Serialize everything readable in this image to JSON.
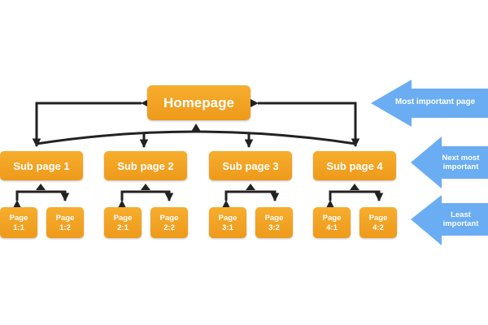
{
  "homepage": {
    "label": "Homepage"
  },
  "sub_pages": [
    {
      "label": "Sub page 1",
      "pages": [
        "Page\n1:1",
        "Page\n1:2"
      ]
    },
    {
      "label": "Sub page 2",
      "pages": [
        "Page\n2:1",
        "Page\n2:2"
      ]
    },
    {
      "label": "Sub page 3",
      "pages": [
        "Page\n3:1",
        "Page\n3:2"
      ]
    },
    {
      "label": "Sub page 4",
      "pages": [
        "Page\n4:1",
        "Page\n4:2"
      ]
    }
  ],
  "importance_arrows": [
    {
      "label": "Most important page"
    },
    {
      "label": "Next most\nimportant"
    },
    {
      "label": "Least\nimportant"
    }
  ],
  "colors": {
    "box": "#f2a324",
    "arrow": "#6aadf2",
    "connector": "#222222",
    "text": "#ffffff"
  }
}
